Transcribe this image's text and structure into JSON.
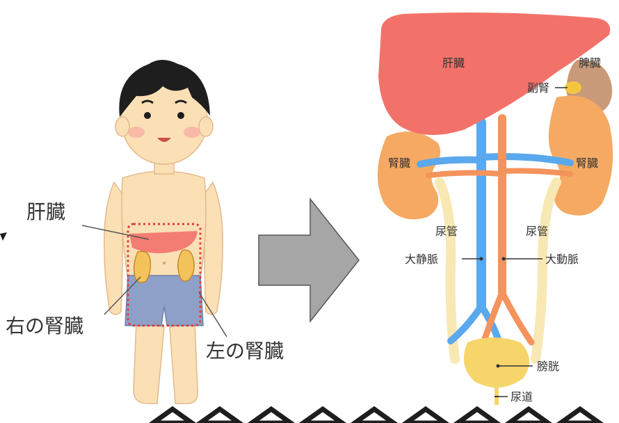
{
  "body_figure": {
    "labels": {
      "liver": "肝臓",
      "right_kidney": "右の腎臓",
      "left_kidney": "左の腎臓"
    }
  },
  "anatomy": {
    "labels": {
      "liver": "肝臓",
      "spleen": "脾臓",
      "adrenal": "副腎",
      "kidney_left_side": "腎臓",
      "kidney_right_side": "腎臓",
      "ureter_left": "尿管",
      "ureter_right": "尿管",
      "vena_cava": "大静脈",
      "aorta": "大動脈",
      "bladder": "膀胱",
      "urethra": "尿道"
    }
  },
  "colors": {
    "skin": "#fbe0b6",
    "hair": "#1e1e1e",
    "shorts": "#8fa0c8",
    "liver": "#f2726a",
    "kidney": "#f6a962",
    "adrenal": "#f4c640",
    "spleen": "#c89a7a",
    "vein": "#5aa8ee",
    "artery": "#f4935c",
    "ureter": "#f8e8b4",
    "bladder": "#f6d56a",
    "arrow": "#a6a6a6",
    "dotted_outline": "#e03a3a"
  }
}
